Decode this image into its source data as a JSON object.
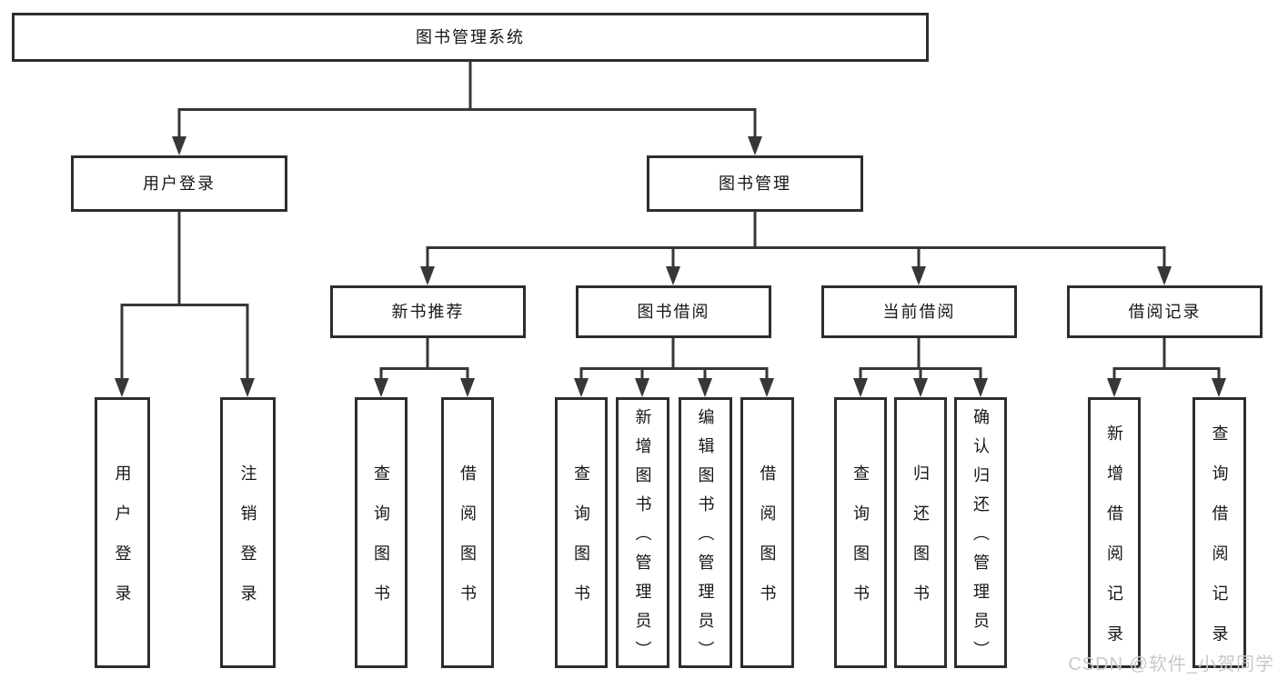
{
  "tree": {
    "root": {
      "label": "图书管理系统"
    },
    "level2": [
      {
        "label": "用户登录"
      },
      {
        "label": "图书管理"
      }
    ],
    "level3": [
      {
        "label": "新书推荐"
      },
      {
        "label": "图书借阅"
      },
      {
        "label": "当前借阅"
      },
      {
        "label": "借阅记录"
      }
    ],
    "leaves": {
      "group1": [
        {
          "label": "用户登录"
        },
        {
          "label": "注销登录"
        }
      ],
      "group2": [
        {
          "label": "查询图书"
        },
        {
          "label": "借阅图书"
        }
      ],
      "group3": [
        {
          "label": "查询图书"
        },
        {
          "label": "新增图书（管理员）"
        },
        {
          "label": "编辑图书（管理员）"
        },
        {
          "label": "借阅图书"
        }
      ],
      "group4": [
        {
          "label": "查询图书"
        },
        {
          "label": "归还图书"
        },
        {
          "label": "确认归还（管理员）"
        }
      ],
      "group5": [
        {
          "label": "新增借阅记录"
        },
        {
          "label": "查询借阅记录"
        }
      ]
    }
  },
  "watermark": "CSDN @软件_小贺同学",
  "colors": {
    "line": "#373737",
    "box_border": "#2d2d2d",
    "box_background": "#ffffff",
    "text": "#161616",
    "watermark": "#c9c9c9",
    "background": "#ffffff"
  }
}
